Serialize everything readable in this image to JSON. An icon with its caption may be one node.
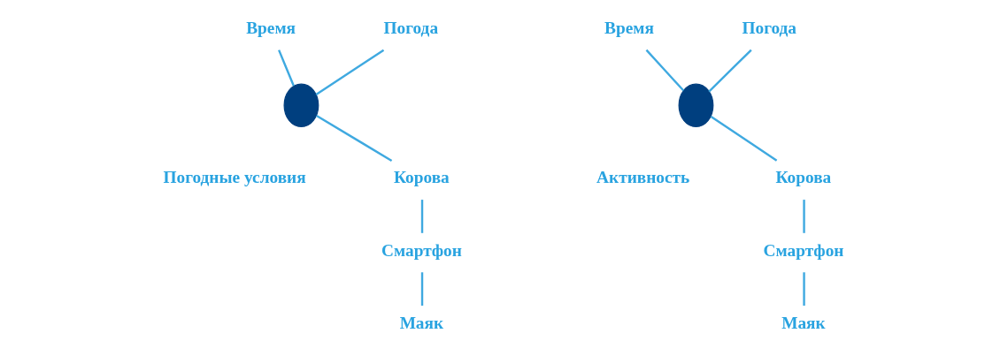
{
  "diagram": {
    "nodes": [
      {
        "text": [],
        "shape": "circle",
        "beside": [
          "Погодные условия"
        ]
      },
      {
        "text": [
          "Время"
        ]
      },
      {
        "text": [
          "Погода"
        ]
      },
      {
        "text": [
          "Корова"
        ]
      },
      {
        "text": [
          "Смартфон"
        ]
      },
      {
        "text": [
          "Маяк"
        ]
      },
      {
        "text": [],
        "shape": "circle",
        "beside": [
          "Активность"
        ]
      },
      {
        "text": [
          "Время"
        ]
      },
      {
        "text": [
          "Погода"
        ]
      },
      {
        "text": [
          "Корова"
        ]
      },
      {
        "text": [
          "Смартфон"
        ]
      },
      {
        "text": [
          "Маяк"
        ]
      }
    ],
    "edges": [
      {
        "from": 1,
        "to": 0,
        "arrow": "none"
      },
      {
        "from": 2,
        "to": 0,
        "arrow": "none"
      },
      {
        "from": 0,
        "to": 3,
        "arrow": "none"
      },
      {
        "from": 3,
        "to": 4,
        "arrow": "none"
      },
      {
        "from": 4,
        "to": 5,
        "arrow": "none"
      },
      {
        "from": 7,
        "to": 6,
        "arrow": "none"
      },
      {
        "from": 8,
        "to": 6,
        "arrow": "none"
      },
      {
        "from": 6,
        "to": 9,
        "arrow": "none"
      },
      {
        "from": 9,
        "to": 10,
        "arrow": "none"
      },
      {
        "from": 10,
        "to": 11,
        "arrow": "none"
      }
    ]
  }
}
